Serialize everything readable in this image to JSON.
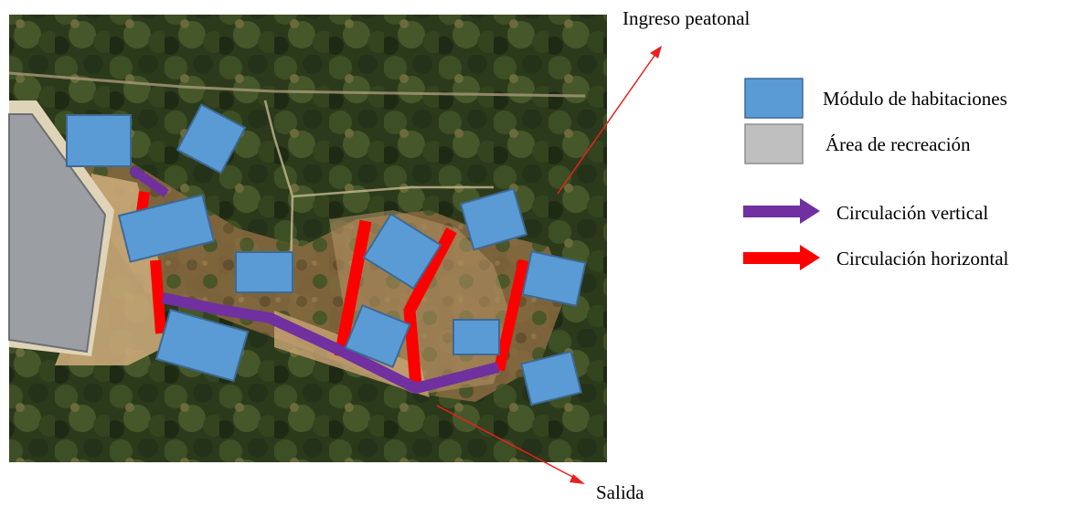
{
  "annotations": {
    "entrance": "Ingreso peatonal",
    "exit": "Salida"
  },
  "legend": {
    "rooms": "Módulo de habitaciones",
    "recreation": "Área de recreación",
    "vertical": "Circulación vertical",
    "horizontal": "Circulación horizontal"
  },
  "colors": {
    "room_module": "#5b9bd5",
    "recreation_area": "#bfbfbf",
    "vertical_circulation": "#7030a0",
    "horizontal_circulation": "#ff0000",
    "annotation_arrow": "#e8201e"
  }
}
